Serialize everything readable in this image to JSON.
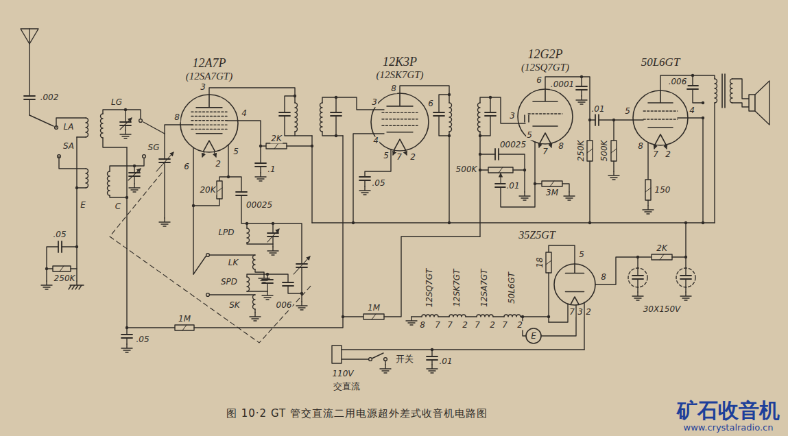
{
  "diagram": {
    "caption": "图 10·2 GT 管交直流二用电源超外差式收音机电路图",
    "nodes": [
      {
        "text": [
          "12A7P",
          "(12SA7GT)"
        ]
      },
      {
        "text": [
          "12K3P",
          "(12SK7GT)"
        ]
      },
      {
        "text": [
          "12G2P",
          "(12SQ7GT)"
        ]
      },
      {
        "text": [
          "50L6GT"
        ]
      },
      {
        "text": [
          "35Z5GT"
        ]
      },
      {
        "text": [
          "E"
        ]
      }
    ],
    "labels": [
      ".002",
      "LA",
      "SA",
      "E",
      "C",
      "LG",
      "SG",
      ".05",
      "250K",
      "3",
      "8",
      "4",
      "6",
      "5",
      "2",
      "2K",
      ".1",
      "20K",
      "00025",
      "LPD",
      "LK",
      "SPD",
      "SK",
      "006",
      "8",
      "3",
      "6",
      "4",
      "5",
      "7",
      "2",
      ".05",
      "6",
      "3",
      "5",
      "7",
      "8",
      ".0001",
      "00025",
      "500K",
      ".01",
      "3M",
      "250K",
      ".01",
      "5",
      "4",
      "8",
      "7",
      "2",
      ".006",
      "500K",
      "150",
      "5",
      "8",
      "7",
      "3",
      "2",
      "18",
      "12SQ7GT",
      "12SK7GT",
      "12SA7GT",
      "50L6GT",
      "8",
      "7",
      "7",
      "2",
      "7",
      "2",
      "7",
      "2",
      "1M",
      "1M",
      ".05",
      "2K",
      "30X150V",
      "110V",
      "交直流",
      "开关",
      ".01",
      "矿石收音机",
      "www.crystalradio.cn"
    ]
  }
}
